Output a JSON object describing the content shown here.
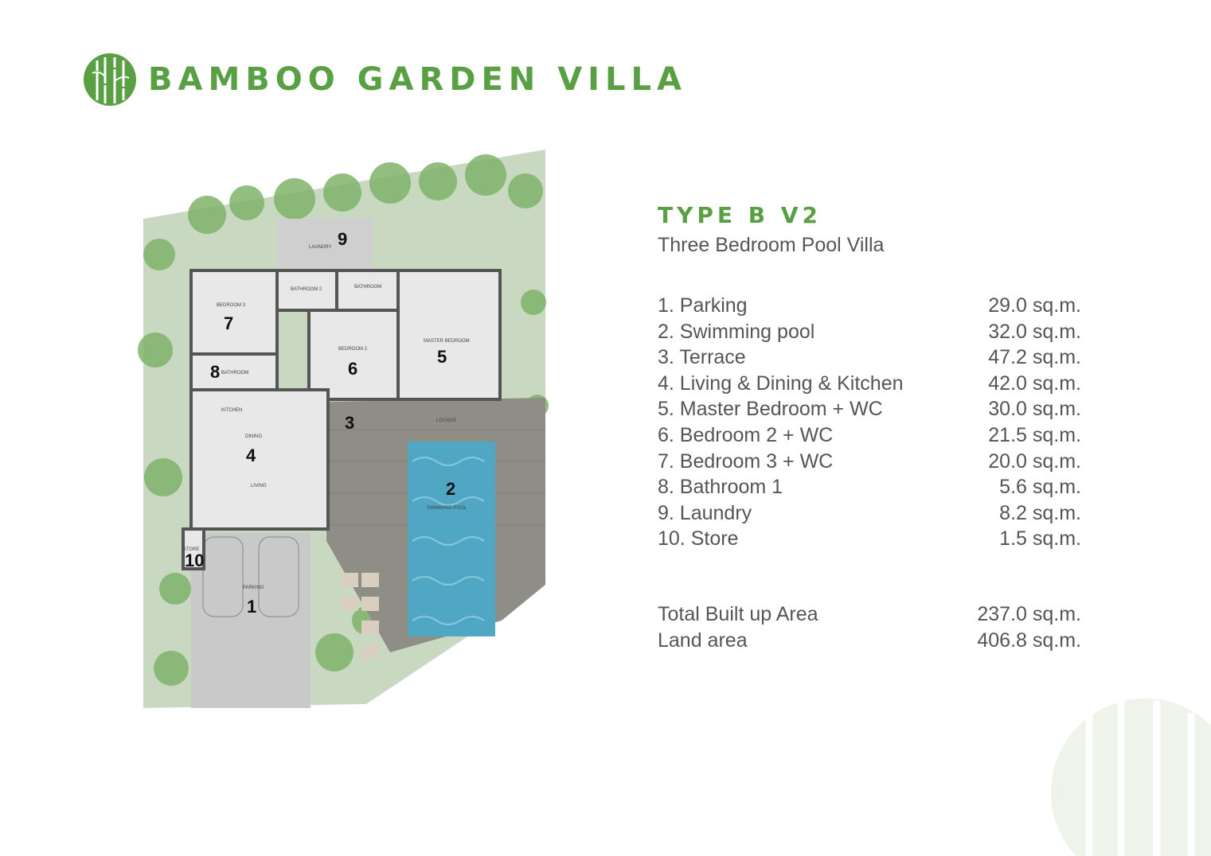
{
  "brand": {
    "title": "BAMBOO GARDEN VILLA",
    "logo_icon": "bamboo-logo-icon",
    "accent_color": "#58a043"
  },
  "type": {
    "title": "TYPE B V2",
    "subtitle": "Three Bedroom Pool Villa"
  },
  "rooms": [
    {
      "label": "1. Parking",
      "area": "29.0 sq.m."
    },
    {
      "label": "2. Swimming pool",
      "area": "32.0 sq.m."
    },
    {
      "label": "3. Terrace",
      "area": "47.2 sq.m."
    },
    {
      "label": "4. Living & Dining & Kitchen",
      "area": "42.0 sq.m."
    },
    {
      "label": "5. Master Bedroom + WC",
      "area": "30.0 sq.m."
    },
    {
      "label": "6. Bedroom 2 + WC",
      "area": "21.5 sq.m."
    },
    {
      "label": "7. Bedroom 3 + WC",
      "area": "20.0 sq.m."
    },
    {
      "label": "8. Bathroom 1",
      "area": "5.6 sq.m."
    },
    {
      "label": "9. Laundry",
      "area": "8.2 sq.m."
    },
    {
      "label": "10. Store",
      "area": "1.5 sq.m."
    }
  ],
  "totals": [
    {
      "label": "Total Built up Area",
      "area": "237.0 sq.m."
    },
    {
      "label": "Land area",
      "area": "406.8 sq.m."
    }
  ],
  "plan": {
    "numbers": [
      "1",
      "2",
      "3",
      "4",
      "5",
      "6",
      "7",
      "8",
      "9",
      "10"
    ],
    "labels": {
      "laundry": "LAUNDRY",
      "bedroom3": "BEDROOM 3",
      "bathroom2": "BATHROOM 2",
      "bathroom3": "BATHROOM",
      "bedroom2": "BEDROOM 2",
      "master": "MASTER BEDROOM",
      "bathroom1": "BATHROOM",
      "kitchen": "KITCHEN",
      "dining": "DINING",
      "living": "LIVING",
      "lounge": "LOUNGE",
      "pool": "SWIMMING POOL",
      "store": "STORE",
      "parking": "PARKING"
    }
  },
  "watermark_icon": "bamboo-watermark-icon"
}
